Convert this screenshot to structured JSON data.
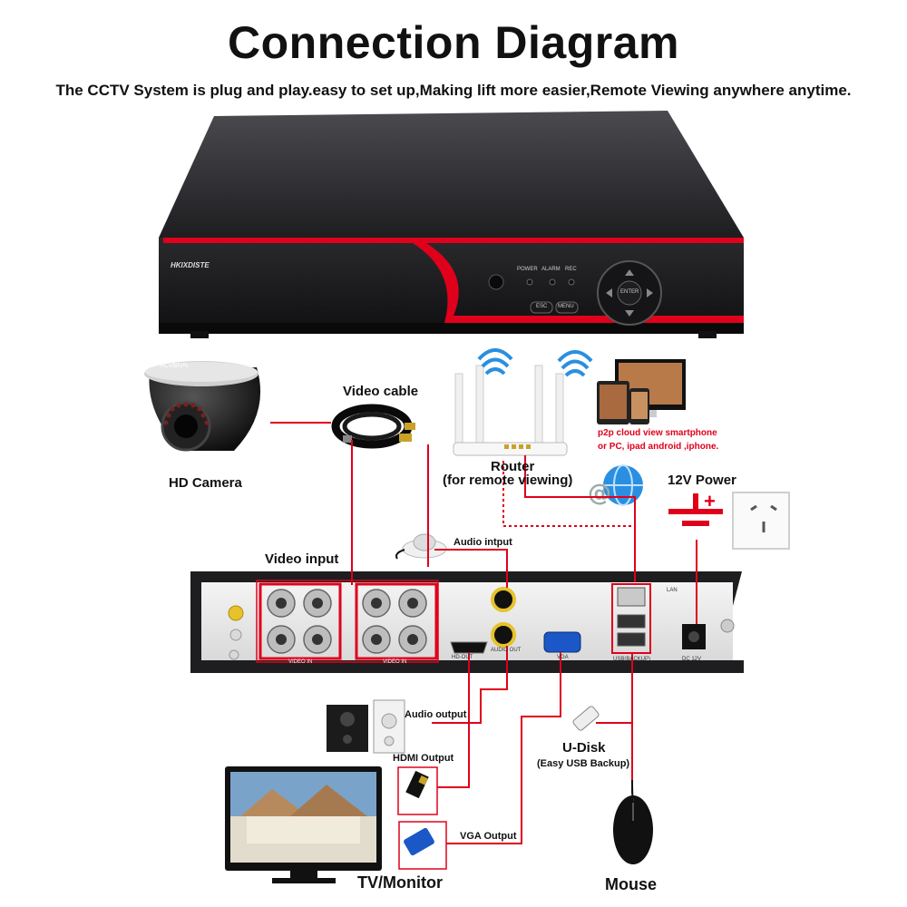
{
  "header": {
    "title": "Connection Diagram",
    "subtitle": "The CCTV System is plug and play.easy to set up,Making lift more easier,Remote Viewing anywhere anytime."
  },
  "dvr": {
    "brand": "HKIXDISTE",
    "led_labels": [
      "POWER",
      "ALARM",
      "REC"
    ],
    "button_esc": "ESC",
    "button_menu": "MENU",
    "enter": "ENTER"
  },
  "camera": {
    "label": "HD Camera",
    "logo": "HCVBIVN"
  },
  "video_cable": {
    "label": "Video cable"
  },
  "router": {
    "label_line1": "Router",
    "label_line2": "(for remote viewing)"
  },
  "remote": {
    "line1": "p2p cloud  view smartphone",
    "line2": "or PC, ipad android ,iphone."
  },
  "power": {
    "label": "12V Power"
  },
  "rear_panel": {
    "video_input_label": "Video input",
    "audio_input_label": "Audio intput",
    "video_in_text": "VIDEO IN",
    "hd_out_text": "HD-OUT",
    "audio_out_text": "AUDIO OUT",
    "vga_text": "VGA",
    "usb_text": "USB(BACKUP)",
    "lan_text": "LAN",
    "dc_text": "DC 12V"
  },
  "outputs": {
    "audio_output_label": "Audio output",
    "hdmi_output_label": "HDMI Output",
    "vga_output_label": "VGA Output",
    "udisk_label": "U-Disk",
    "udisk_sub": "(Easy USB Backup)",
    "tv_label": "TV/Monitor",
    "mouse_label": "Mouse"
  },
  "colors": {
    "accent_red": "#e0001b",
    "dvr_body": "#2b2b2e"
  }
}
